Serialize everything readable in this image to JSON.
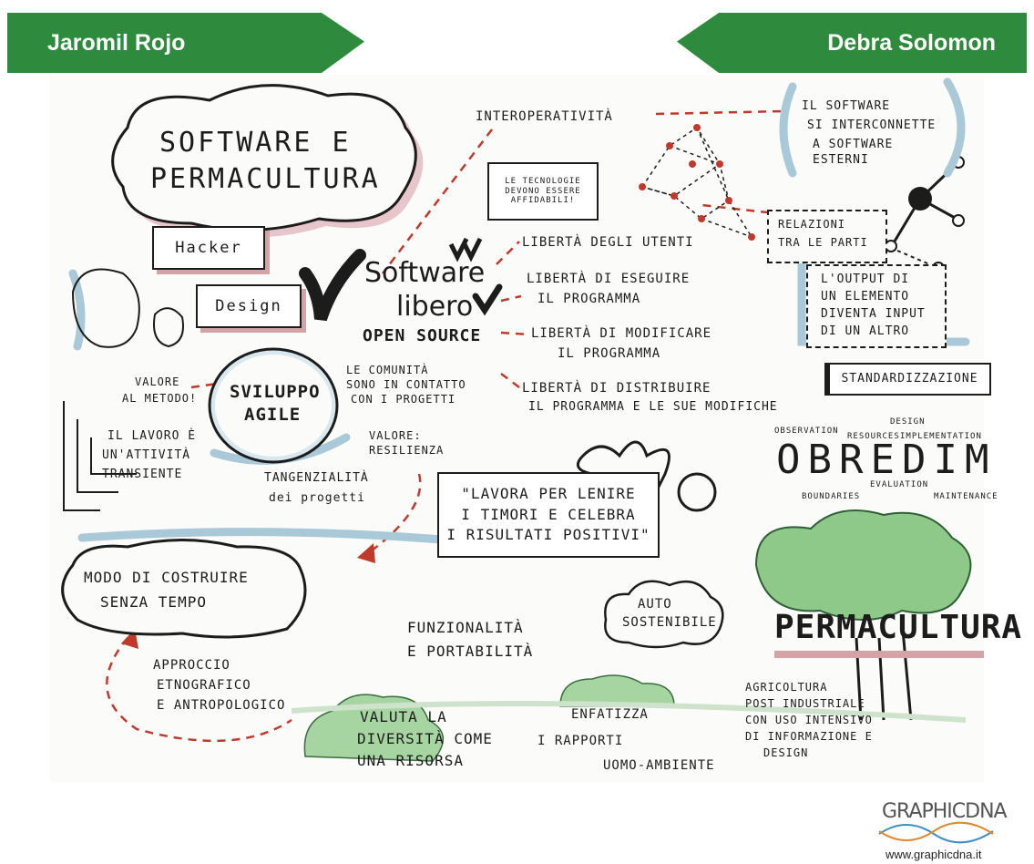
{
  "banners": {
    "left": "Jaromil Rojo",
    "right": "Debra Solomon"
  },
  "title": {
    "line1": "Software e",
    "line2": "Permacultura"
  },
  "labels": {
    "hacker": "Hacker",
    "design": "Design"
  },
  "interop": "Interoperatività",
  "software_interconnects": [
    "Il software",
    "si interconnette",
    "a software",
    "esterni"
  ],
  "speech_bubble": [
    "Le tecnologie",
    "devono essere",
    "affidabili!"
  ],
  "relations_box": [
    "Relazioni",
    "tra le parti"
  ],
  "output_box": [
    "L'output di",
    "un elemento",
    "diventa input",
    "di un altro"
  ],
  "standardization": "Standardizzazione",
  "software_libero": {
    "line1": "Software",
    "line2": "libero",
    "open_source": "Open Source"
  },
  "freedoms": [
    "Libertà degli utenti",
    "Libertà di eseguire il programma",
    "Libertà di modificare il programma",
    "Libertà di distribuire il programma e le sue modifiche"
  ],
  "freedom_lines": [
    [
      "Libertà degli utenti"
    ],
    [
      "Libertà di eseguire",
      "il programma"
    ],
    [
      "Libertà di modificare",
      "il programma"
    ],
    [
      "Libertà di distribuire",
      "il programma e le sue modifiche"
    ]
  ],
  "community": [
    "Le comunità",
    "sono in contatto",
    "con i progetti"
  ],
  "agile": {
    "line1": "Sviluppo",
    "line2": "Agile"
  },
  "value_method": [
    "Valore",
    "al metodo!"
  ],
  "work_transient": [
    "Il lavoro è",
    "un'attività",
    "transiente"
  ],
  "value_resilience": [
    "Valore:",
    "resilienza"
  ],
  "tangential": [
    "Tangenzialità",
    "dei progetti"
  ],
  "quote": [
    "\"Lavora per lenire",
    "i timori e celebra",
    "i risultati positivi\""
  ],
  "obredim": {
    "word": "OBREDIM",
    "observation": "Observation",
    "resources": "Resources",
    "design": "Design",
    "implementation": "Implementation",
    "boundaries": "Boundaries",
    "evaluation": "Evaluation",
    "maintenance": "Maintenance"
  },
  "timeless": [
    "Modo di costruire",
    "senza tempo"
  ],
  "approach": [
    "Approccio",
    "etnografico",
    "e antropologico"
  ],
  "functionality": [
    "Funzionalità",
    "e portabilità"
  ],
  "auto_sustainable": [
    "Auto",
    "sostenibile"
  ],
  "permacultura": "Permacultura",
  "diversity": [
    "Valuta la",
    "diversità come",
    "una risorsa"
  ],
  "emphasis": [
    "Enfatizza",
    "i rapporti",
    "uomo-ambiente"
  ],
  "agriculture": [
    "Agricoltura",
    "post industriale",
    "con uso intensivo",
    "di informazione e",
    "design"
  ],
  "footer": {
    "logo": "GRAPHICDNA",
    "url": "www.graphicdna.it"
  },
  "colors": {
    "banner_green": "#2e8b3e",
    "accent_red": "#c0392b",
    "accent_blue": "#a9c8d8",
    "tree_green": "#8fc98a"
  }
}
